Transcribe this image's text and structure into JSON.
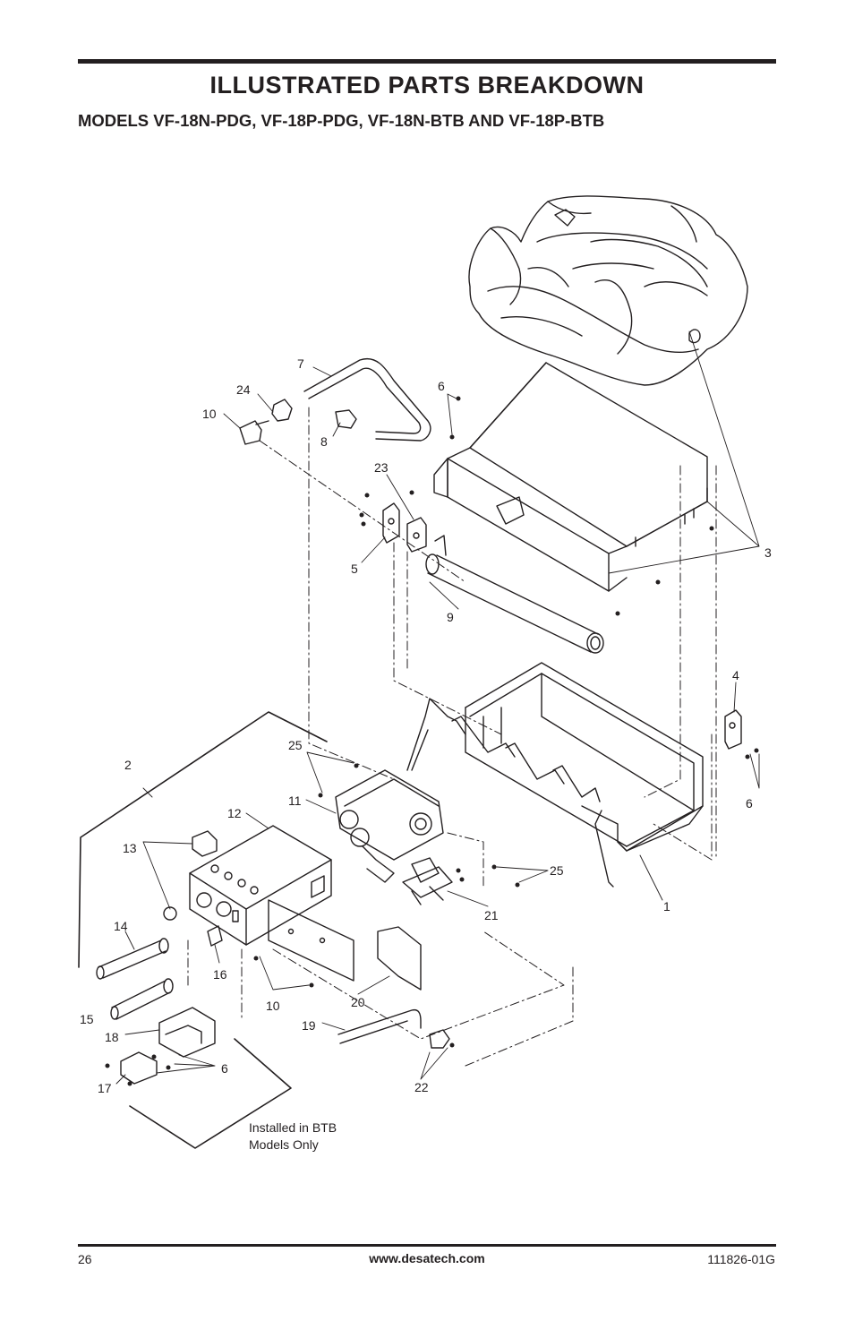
{
  "header": {
    "title": "ILLUSTRATED PARTS BREAKDOWN",
    "subtitle": "MODELS VF-18N-PDG, VF-18P-PDG, VF-18N-BTB AND VF-18P-BTB"
  },
  "diagram": {
    "callouts": [
      "1",
      "2",
      "3",
      "4",
      "5",
      "6",
      "6",
      "6",
      "7",
      "8",
      "9",
      "10",
      "10",
      "11",
      "12",
      "13",
      "14",
      "15",
      "16",
      "17",
      "18",
      "19",
      "20",
      "21",
      "22",
      "23",
      "24",
      "25",
      "25"
    ],
    "note_lines": [
      "Installed in BTB",
      "Models Only"
    ]
  },
  "footer": {
    "page_number": "26",
    "url": "www.desatech.com",
    "doc_code": "111826-01G"
  }
}
